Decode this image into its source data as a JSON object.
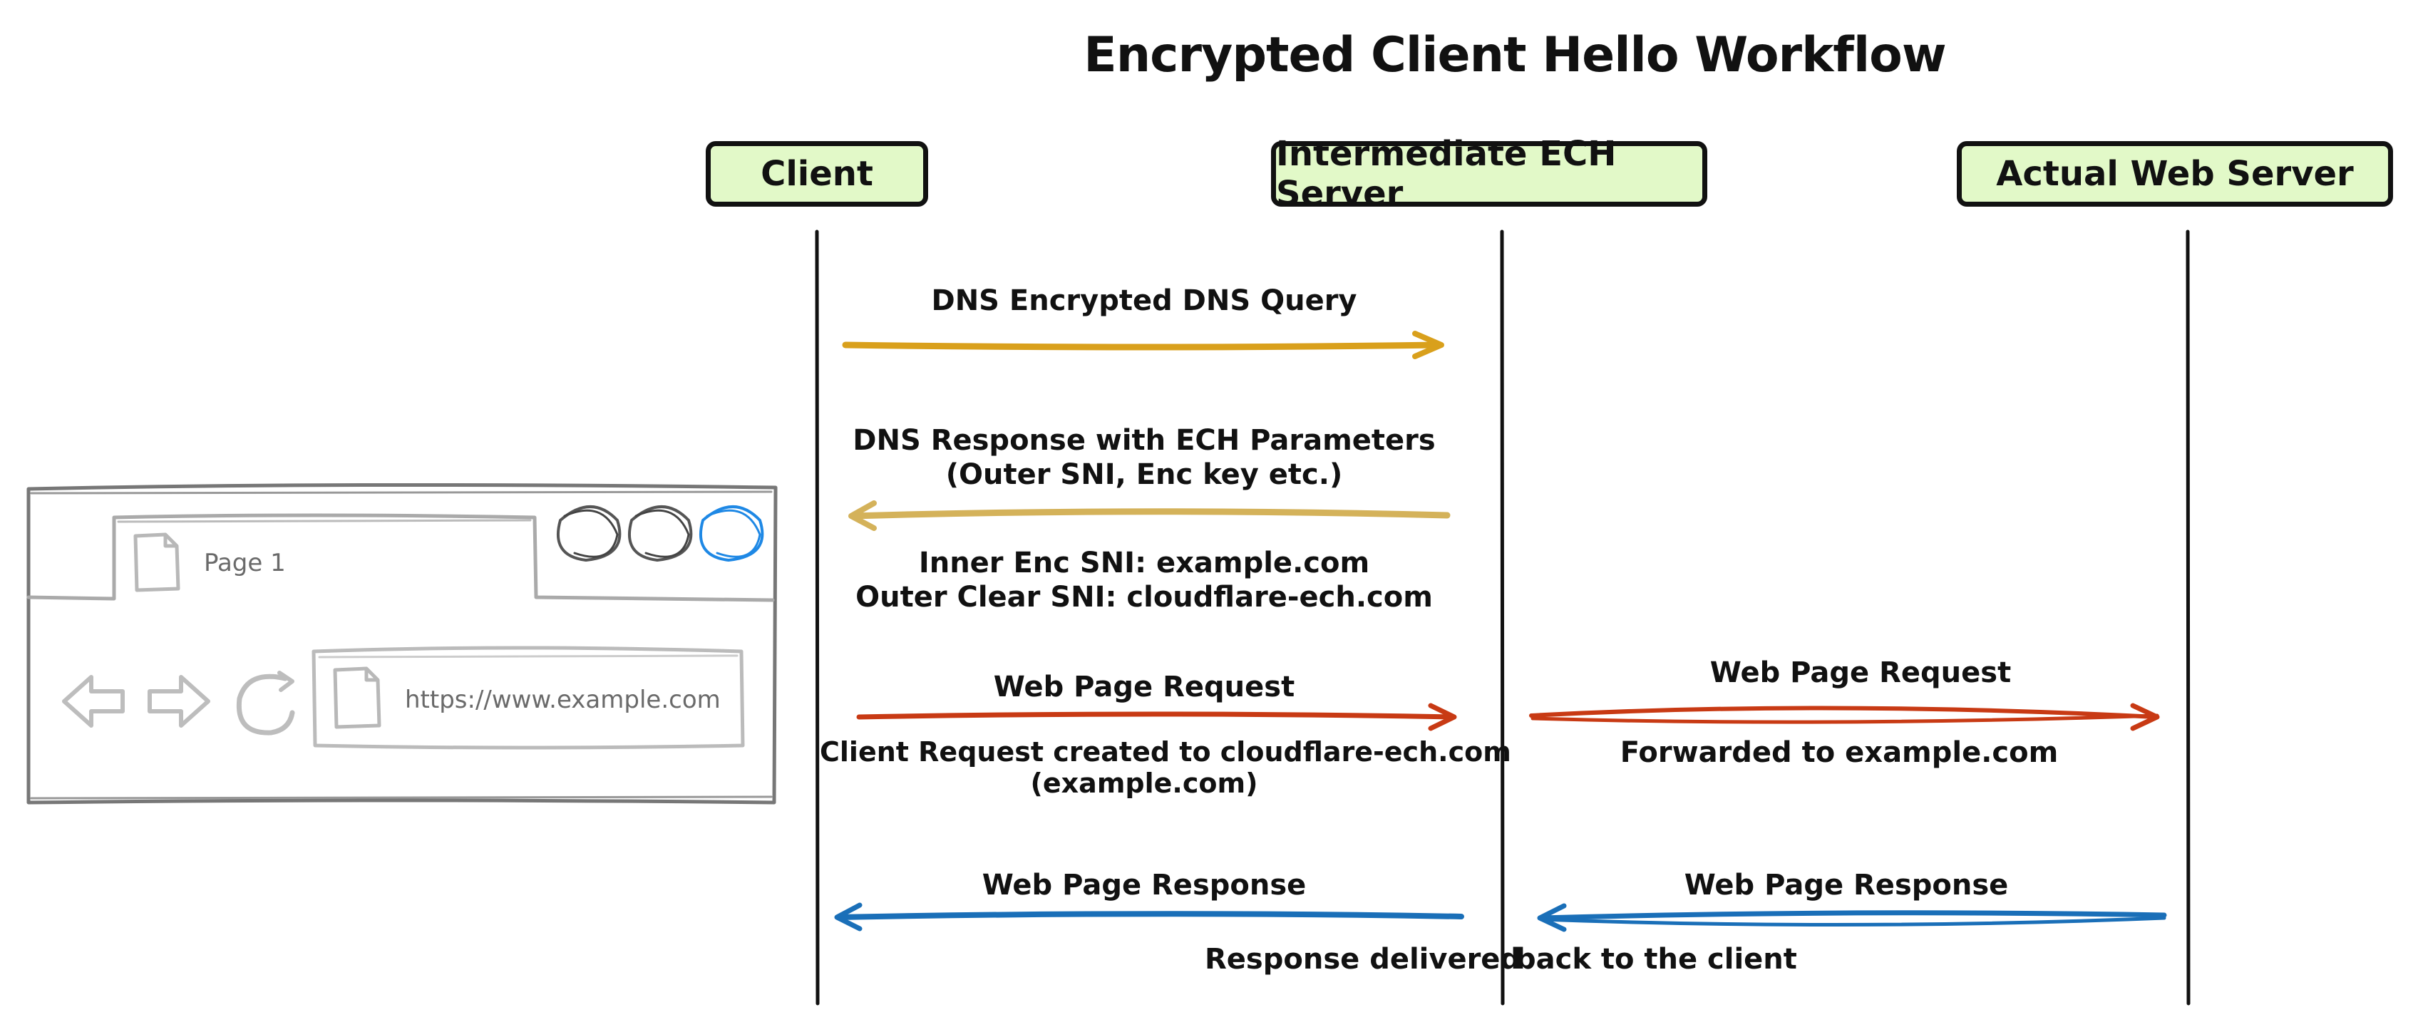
{
  "title": "Encrypted Client Hello Workflow",
  "actors": {
    "client": "Client",
    "intermediate": "Intermediate ECH Server",
    "web_server": "Actual Web Server"
  },
  "messages": {
    "dns_query": {
      "label": "DNS Encrypted DNS Query",
      "color": "#d9a01c"
    },
    "dns_response": {
      "label_line1": "DNS Response with ECH Parameters",
      "label_line2": "(Outer SNI, Enc key etc.)",
      "note_line1": "Inner Enc SNI: example.com",
      "note_line2": "Outer Clear SNI: cloudflare-ech.com",
      "color": "#d4b25a"
    },
    "request_client": {
      "label": "Web Page Request",
      "note_line1": "Client Request created to cloudflare-ech.com",
      "note_line2": "(example.com)",
      "color": "#c83a14"
    },
    "request_forward": {
      "label": "Web Page Request",
      "note": "Forwarded to example.com",
      "color": "#c83a14"
    },
    "response_server": {
      "label": "Web Page Response",
      "color": "#1a6fb8"
    },
    "response_client": {
      "label": "Web Page Response",
      "color": "#1a6fb8"
    },
    "response_note_left": "Response delivered",
    "response_note_right": "back to the client"
  },
  "browser": {
    "tab_label": "Page 1",
    "url": "https://www.example.com"
  }
}
